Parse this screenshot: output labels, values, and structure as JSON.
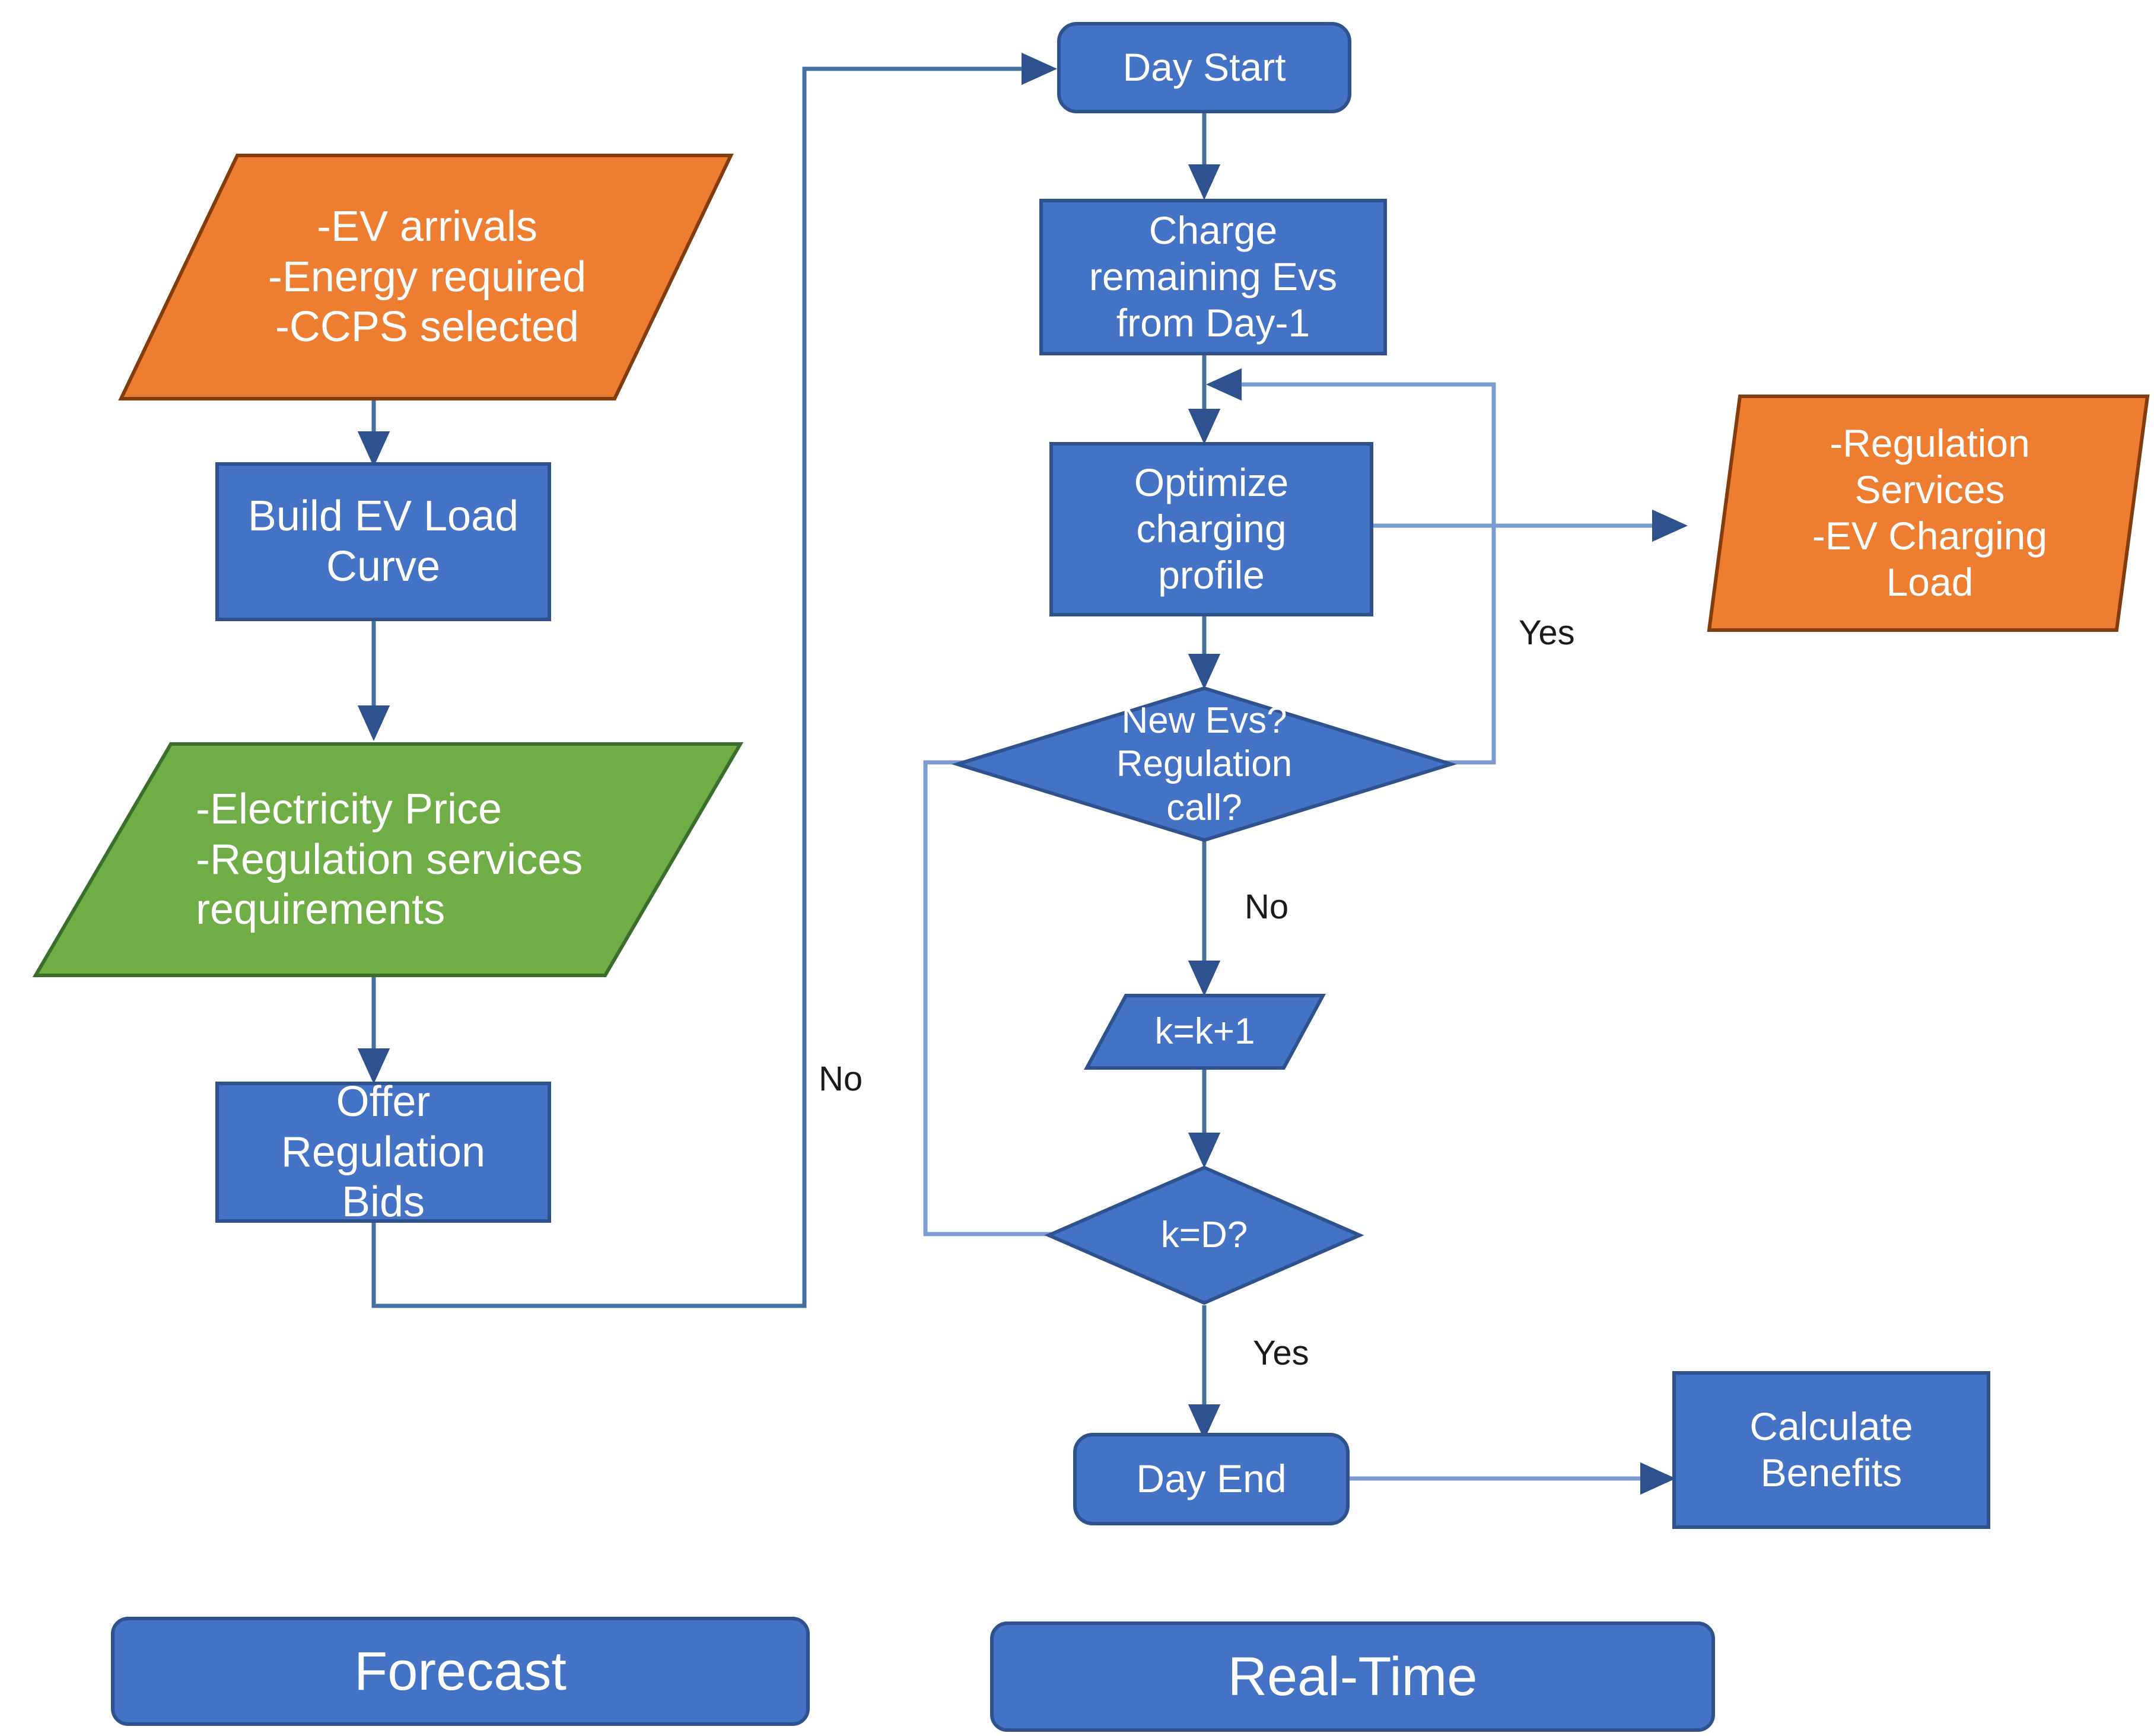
{
  "diagram": {
    "title": "EV charging and regulation services flowchart",
    "colors": {
      "blue_fill": "#4472C4",
      "blue_stroke": "#2F528F",
      "orange_fill": "#ED7D31",
      "orange_stroke": "#833C0C",
      "green_fill": "#70AD47",
      "green_stroke": "#3B6E2C",
      "connector": "#7E9BD0",
      "connector_dark": "#41719C",
      "text_on_shape": "#FFFFFF",
      "edge_label_text": "#1A1A1A",
      "background": "#FFFFFF"
    },
    "lanes": [
      {
        "id": "forecast",
        "label": "Forecast"
      },
      {
        "id": "realtime",
        "label": "Real-Time"
      }
    ],
    "nodes": [
      {
        "id": "ev-inputs",
        "label": "-EV arrivals\n-Energy required\n-CCPS selected",
        "shape": "parallelogram",
        "color": "orange"
      },
      {
        "id": "build-ev-load-curve",
        "label": "Build EV Load\nCurve",
        "shape": "rectangle",
        "color": "blue"
      },
      {
        "id": "price-inputs",
        "label": "-Electricity Price\n-Regulation services\nrequirements",
        "shape": "parallelogram",
        "color": "green"
      },
      {
        "id": "offer-regulation-bids",
        "label": "Offer\nRegulation\nBids",
        "shape": "rectangle",
        "color": "blue"
      },
      {
        "id": "day-start",
        "label": "Day Start",
        "shape": "rounded",
        "color": "blue"
      },
      {
        "id": "charge-remaining-evs",
        "label": "Charge\nremaining Evs\nfrom Day-1",
        "shape": "rectangle",
        "color": "blue"
      },
      {
        "id": "optimize-charging",
        "label": "Optimize\ncharging\nprofile",
        "shape": "rectangle",
        "color": "blue"
      },
      {
        "id": "regulation-outputs",
        "label": "-Regulation\nServices\n-EV Charging\nLoad",
        "shape": "parallelogram",
        "color": "orange"
      },
      {
        "id": "new-evs-decision",
        "label": "New Evs?\nRegulation\ncall?",
        "shape": "diamond",
        "color": "blue"
      },
      {
        "id": "increment-k",
        "label": "k=k+1",
        "shape": "parallelogram",
        "color": "blue"
      },
      {
        "id": "k-equals-d-decision",
        "label": "k=D?",
        "shape": "diamond",
        "color": "blue"
      },
      {
        "id": "day-end",
        "label": "Day End",
        "shape": "rounded",
        "color": "blue"
      },
      {
        "id": "calculate-benefits",
        "label": "Calculate\nBenefits",
        "shape": "rectangle",
        "color": "blue"
      }
    ],
    "edge_labels": [
      {
        "id": "yes-regulation",
        "label": "Yes",
        "from": "new-evs-decision",
        "to": "charge-remaining-evs"
      },
      {
        "id": "no-new-evs",
        "label": "No",
        "from": "new-evs-decision",
        "to": "increment-k"
      },
      {
        "id": "no-loop-back",
        "label": "No",
        "from": "k-equals-d-decision",
        "to": "day-start"
      },
      {
        "id": "yes-day-end",
        "label": "Yes",
        "from": "k-equals-d-decision",
        "to": "day-end"
      }
    ]
  }
}
